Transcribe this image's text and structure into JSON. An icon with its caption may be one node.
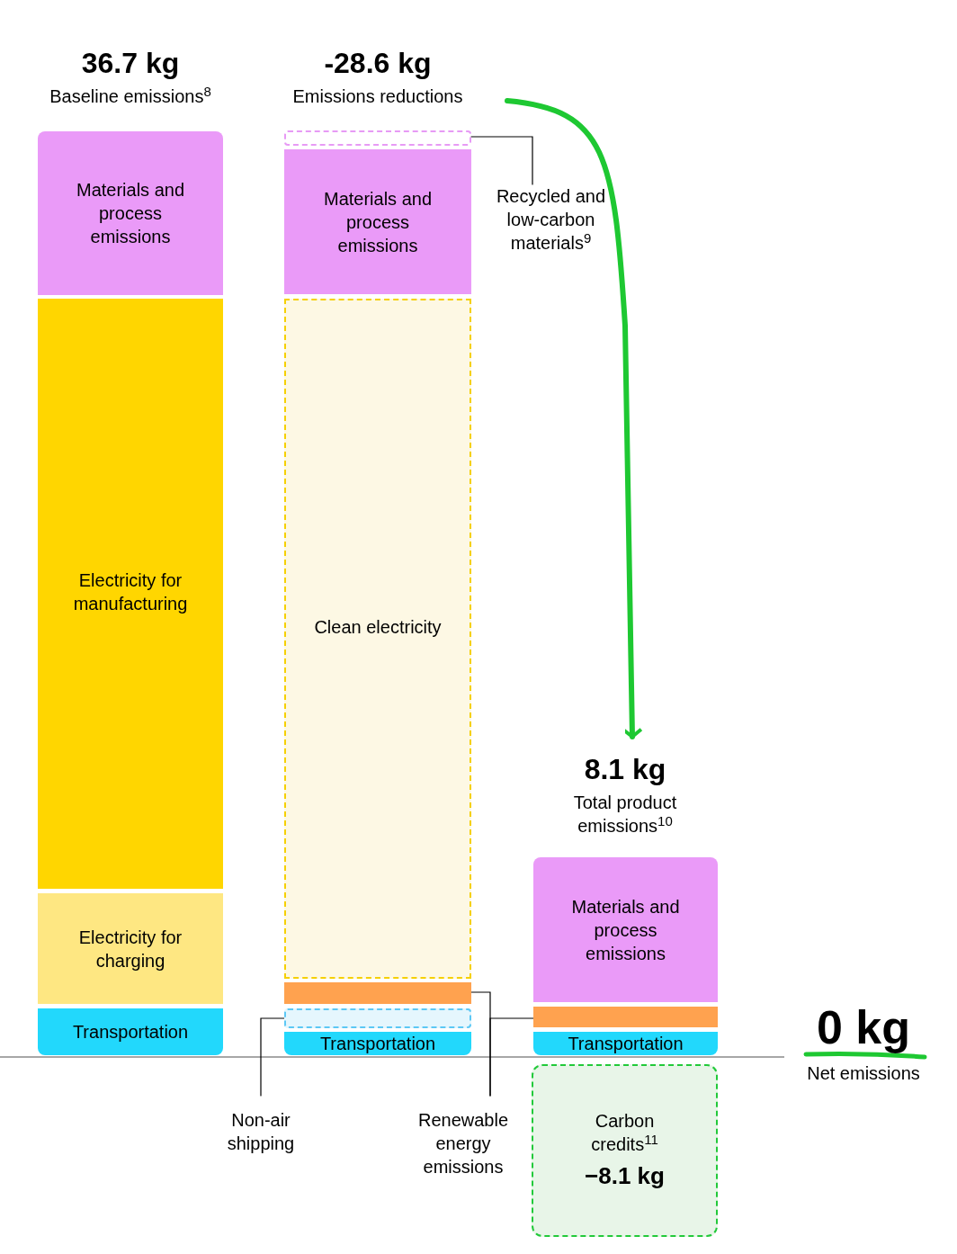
{
  "diagram": {
    "nodes": [
      {
        "text": [
          "36.7 kg",
          "Baseline emissions$^{8}$"
        ]
      },
      {
        "text": [
          "Materials and process emissions"
        ]
      },
      {
        "text": [
          "Electricity for manufacturing"
        ]
      },
      {
        "text": [
          "Electricity for charging"
        ]
      },
      {
        "text": [
          "Transportation"
        ]
      },
      {
        "text": [
          "-28.6 kg",
          "Emissions reductions"
        ]
      },
      {
        "text": [],
        "shape": "box"
      },
      {
        "text": [
          "Materials and process emissions"
        ]
      },
      {
        "text": [
          "Clean electricity"
        ]
      },
      {
        "text": [],
        "shape": "bar"
      },
      {
        "text": [],
        "shape": "box"
      },
      {
        "text": [
          "Transportation"
        ]
      },
      {
        "text": [
          "Recycled and low-carbon materials$^{9}$"
        ]
      },
      {
        "text": [
          "8.1 kg",
          "Total product emissions$^{10}$"
        ]
      },
      {
        "text": [
          "Materials and process emissions"
        ]
      },
      {
        "text": [],
        "shape": "bar"
      },
      {
        "text": [
          "Transportation"
        ]
      },
      {
        "text": [
          "Carbon credits$^{11}$",
          "−8.1 kg"
        ]
      },
      {
        "text": [
          "Non-air shipping"
        ]
      },
      {
        "text": [
          "Renewable energy emissions"
        ]
      }
    ],
    "edges": [
      {
        "from": 12,
        "to": 6,
        "arrow": "none"
      },
      {
        "from": 18,
        "to": 10,
        "arrow": "none"
      },
      {
        "from": 19,
        "to": 9,
        "arrow": "none"
      },
      {
        "from": 19,
        "to": 15,
        "arrow": "none"
      },
      {
        "from": 5,
        "to": 13,
        "arrow": "to",
        "style": "thick",
        "color": "#1ec832"
      }
    ],
    "labels": [
      "0 kg",
      "Net emissions"
    ]
  }
}
